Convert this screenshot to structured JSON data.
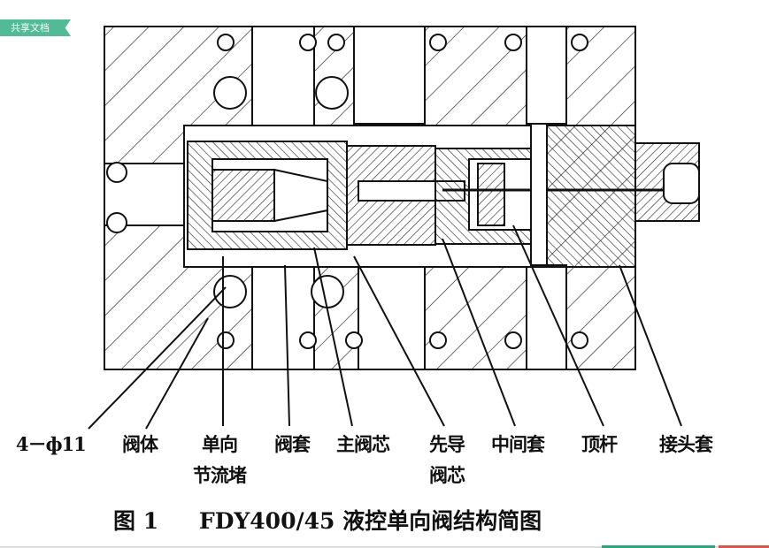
{
  "badge": {
    "label": "共享文档"
  },
  "labels": {
    "hole": "4－ф11",
    "body": "阀体",
    "check_throttle_1": "单向",
    "check_throttle_2": "节流堵",
    "sleeve": "阀套",
    "main_spool": "主阀芯",
    "pilot_spool_1": "先导",
    "pilot_spool_2": "阀芯",
    "middle_sleeve": "中间套",
    "push_rod": "顶杆",
    "joint_sleeve": "接头套"
  },
  "caption": {
    "figure": "图 1",
    "title": "FDY400/45 液控单向阀结构简图"
  },
  "colors": {
    "badge": "#52ba97",
    "bar_green": "#2aa57c",
    "bar_red": "#d9534f"
  }
}
